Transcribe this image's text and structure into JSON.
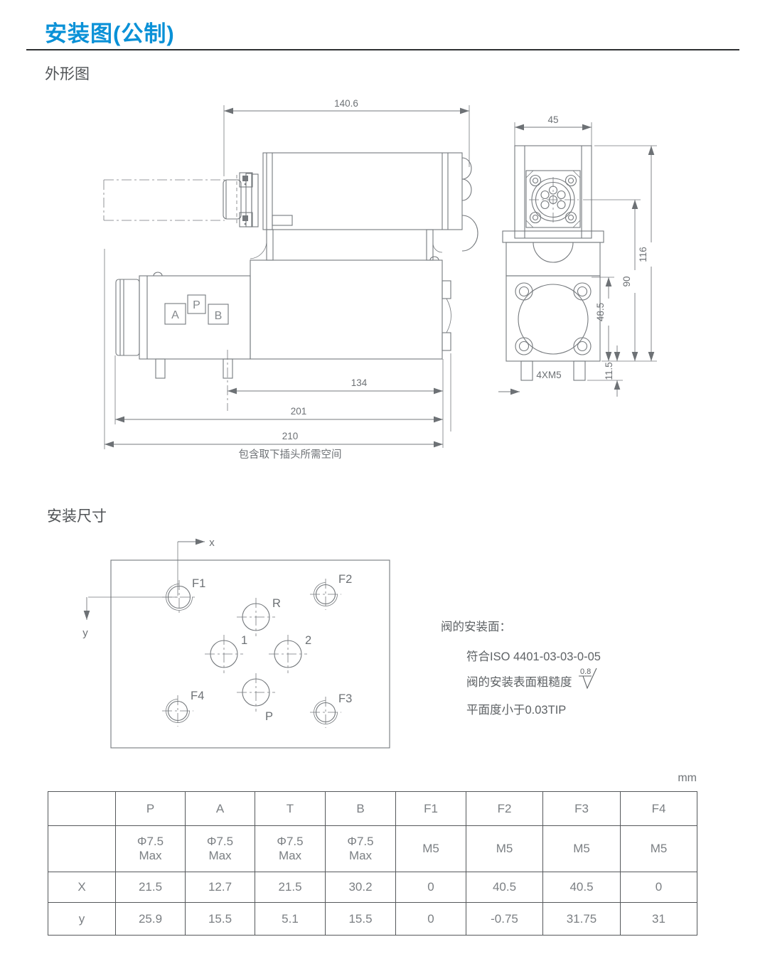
{
  "page": {
    "title": "安装图(公制)"
  },
  "colors": {
    "accent": "#0a91d7",
    "line": "#75797d",
    "text": "#6d7175"
  },
  "sections": {
    "outline": "外形图",
    "mounting": "安装尺寸"
  },
  "outline": {
    "front": {
      "dim_top_width": "140.6",
      "dim_134": "134",
      "dim_201": "201",
      "dim_210": "210",
      "dim_210_note": "包含取下插头所需空间",
      "port_a": "A",
      "port_p": "P",
      "port_b": "B"
    },
    "side": {
      "dim_width": "45",
      "dim_116": "116",
      "dim_90": "90",
      "dim_48_5": "48.5",
      "dim_11_5": "11.5",
      "studs_label": "4XM5"
    }
  },
  "mounting": {
    "axis_x": "x",
    "axis_y": "y",
    "holes": {
      "f1": "F1",
      "f2": "F2",
      "f3": "F3",
      "f4": "F4",
      "r": "R",
      "n1": "1",
      "n2": "2",
      "p": "P"
    },
    "notes": {
      "title": "阀的安装面：",
      "iso": "符合ISO 4401-03-03-0-05",
      "roughness_label": "阀的安装表面粗糙度",
      "roughness_value": "0.8",
      "flatness": "平面度小于0.03TIP"
    }
  },
  "table": {
    "unit": "mm",
    "columns": [
      "",
      "P",
      "A",
      "T",
      "B",
      "F1",
      "F2",
      "F3",
      "F4"
    ],
    "size_row": [
      {
        "main": "Φ7.5",
        "sub": "Max"
      },
      {
        "main": "Φ7.5",
        "sub": "Max"
      },
      {
        "main": "Φ7.5",
        "sub": "Max"
      },
      {
        "main": "Φ7.5",
        "sub": "Max"
      },
      {
        "main": "M5",
        "sub": ""
      },
      {
        "main": "M5",
        "sub": ""
      },
      {
        "main": "M5",
        "sub": ""
      },
      {
        "main": "M5",
        "sub": ""
      }
    ],
    "row_x": {
      "label": "X",
      "cells": [
        "21.5",
        "12.7",
        "21.5",
        "30.2",
        "0",
        "40.5",
        "40.5",
        "0"
      ]
    },
    "row_y": {
      "label": "y",
      "cells": [
        "25.9",
        "15.5",
        "5.1",
        "15.5",
        "0",
        "-0.75",
        "31.75",
        "31"
      ]
    }
  }
}
